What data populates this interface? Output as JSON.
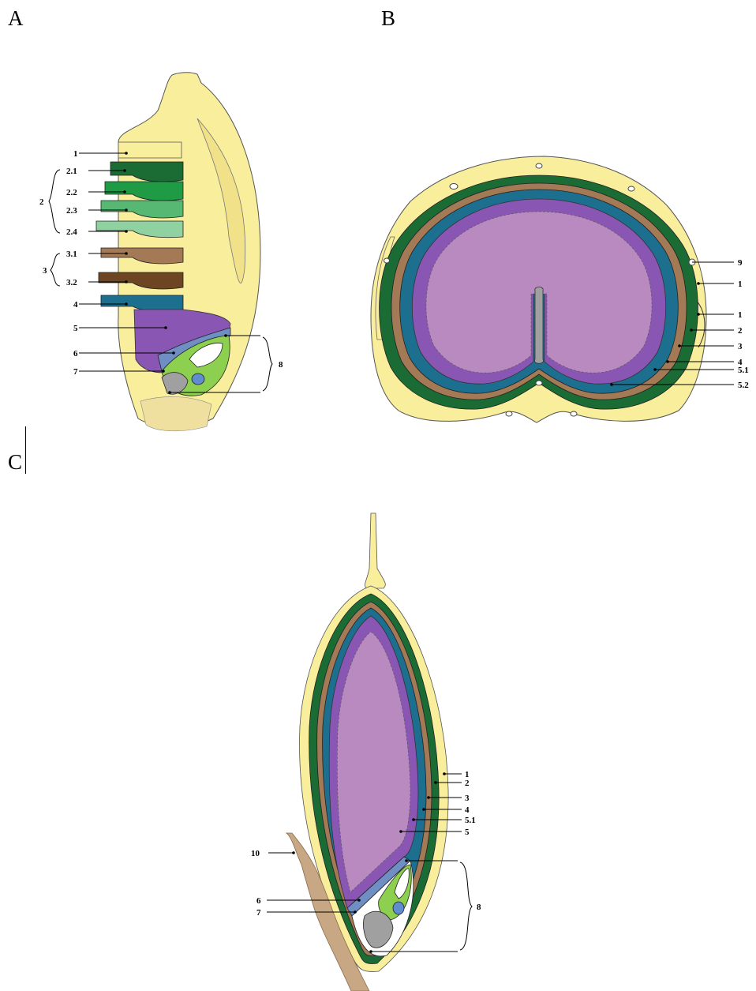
{
  "panels": {
    "a": {
      "letter": "A",
      "labels": [
        "1",
        "2.1",
        "2.2",
        "2.3",
        "2.4",
        "2",
        "3.1",
        "3.2",
        "3",
        "4",
        "5",
        "6",
        "7",
        "8"
      ]
    },
    "b": {
      "letter": "B",
      "labels": [
        "9",
        "1",
        "1",
        "2",
        "3",
        "4",
        "5.1",
        "5.2"
      ]
    },
    "c": {
      "letter": "C",
      "labels": [
        "1",
        "2",
        "3",
        "4",
        "5.1",
        "5",
        "10",
        "6",
        "7",
        "8"
      ]
    }
  },
  "colors": {
    "husk_yellow": "#f8ee9c",
    "dark_green": "#1a6b34",
    "green_2": "#1f9a45",
    "green_3": "#56b873",
    "green_4": "#8fd1a0",
    "brown_light": "#a37a55",
    "brown_dark": "#6e4522",
    "aleurone_blue": "#1d6f8f",
    "endosperm_outer": "#8a56b4",
    "endosperm_inner": "#b98abf",
    "embryo_green": "#8dcf4f",
    "embryo_gray": "#a0a0a0",
    "awn_tan": "#c8a784"
  }
}
